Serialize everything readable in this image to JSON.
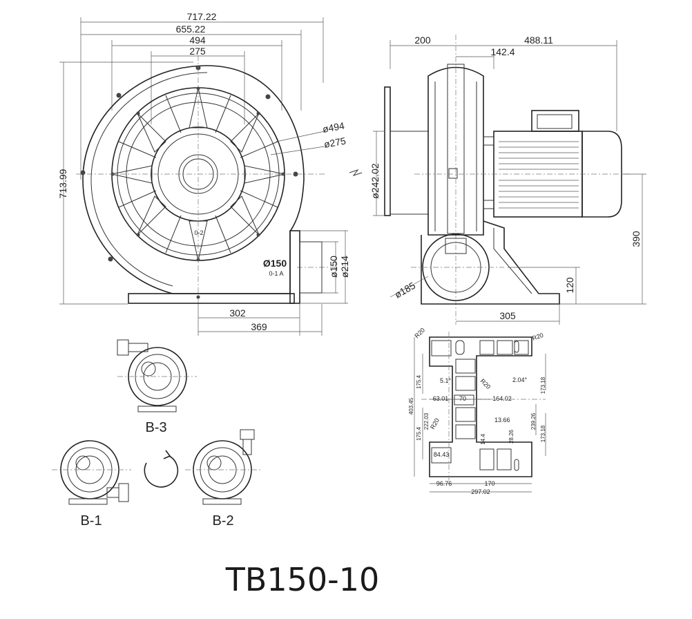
{
  "model": "TB150-10",
  "front_view": {
    "widths": [
      "717.22",
      "655.22",
      "494",
      "275"
    ],
    "height": "713.99",
    "dia_outer": "ø494",
    "dia_inner": "ø275",
    "outlet_dia": "ø150",
    "outlet_label": "Ø150",
    "outlet_ref": "0-1 A",
    "flange_dia": "ø214",
    "hub_mark": "0-2",
    "bottom_dims": [
      "302",
      "369"
    ]
  },
  "side_view": {
    "top_dims": [
      "200",
      "488.11",
      "142.4"
    ],
    "inlet_dia": "ø242.02",
    "height": "390",
    "flange_dia": "ø185",
    "base_height": "120",
    "base_width": "305"
  },
  "base_plate": {
    "radii": [
      "R20",
      "R20",
      "R20",
      "R20"
    ],
    "angles": [
      "5.1°",
      "2.04°"
    ],
    "dims": [
      "175.4",
      "403.45",
      "63.01",
      "70",
      "164.02",
      "173.18",
      "222.03",
      "175.4",
      "13.66",
      "239.26",
      "28.26",
      "173.18",
      "14.4",
      "84.43",
      "96.76",
      "170",
      "297.02"
    ]
  },
  "orientations": [
    "B-3",
    "B-1",
    "B-2"
  ]
}
